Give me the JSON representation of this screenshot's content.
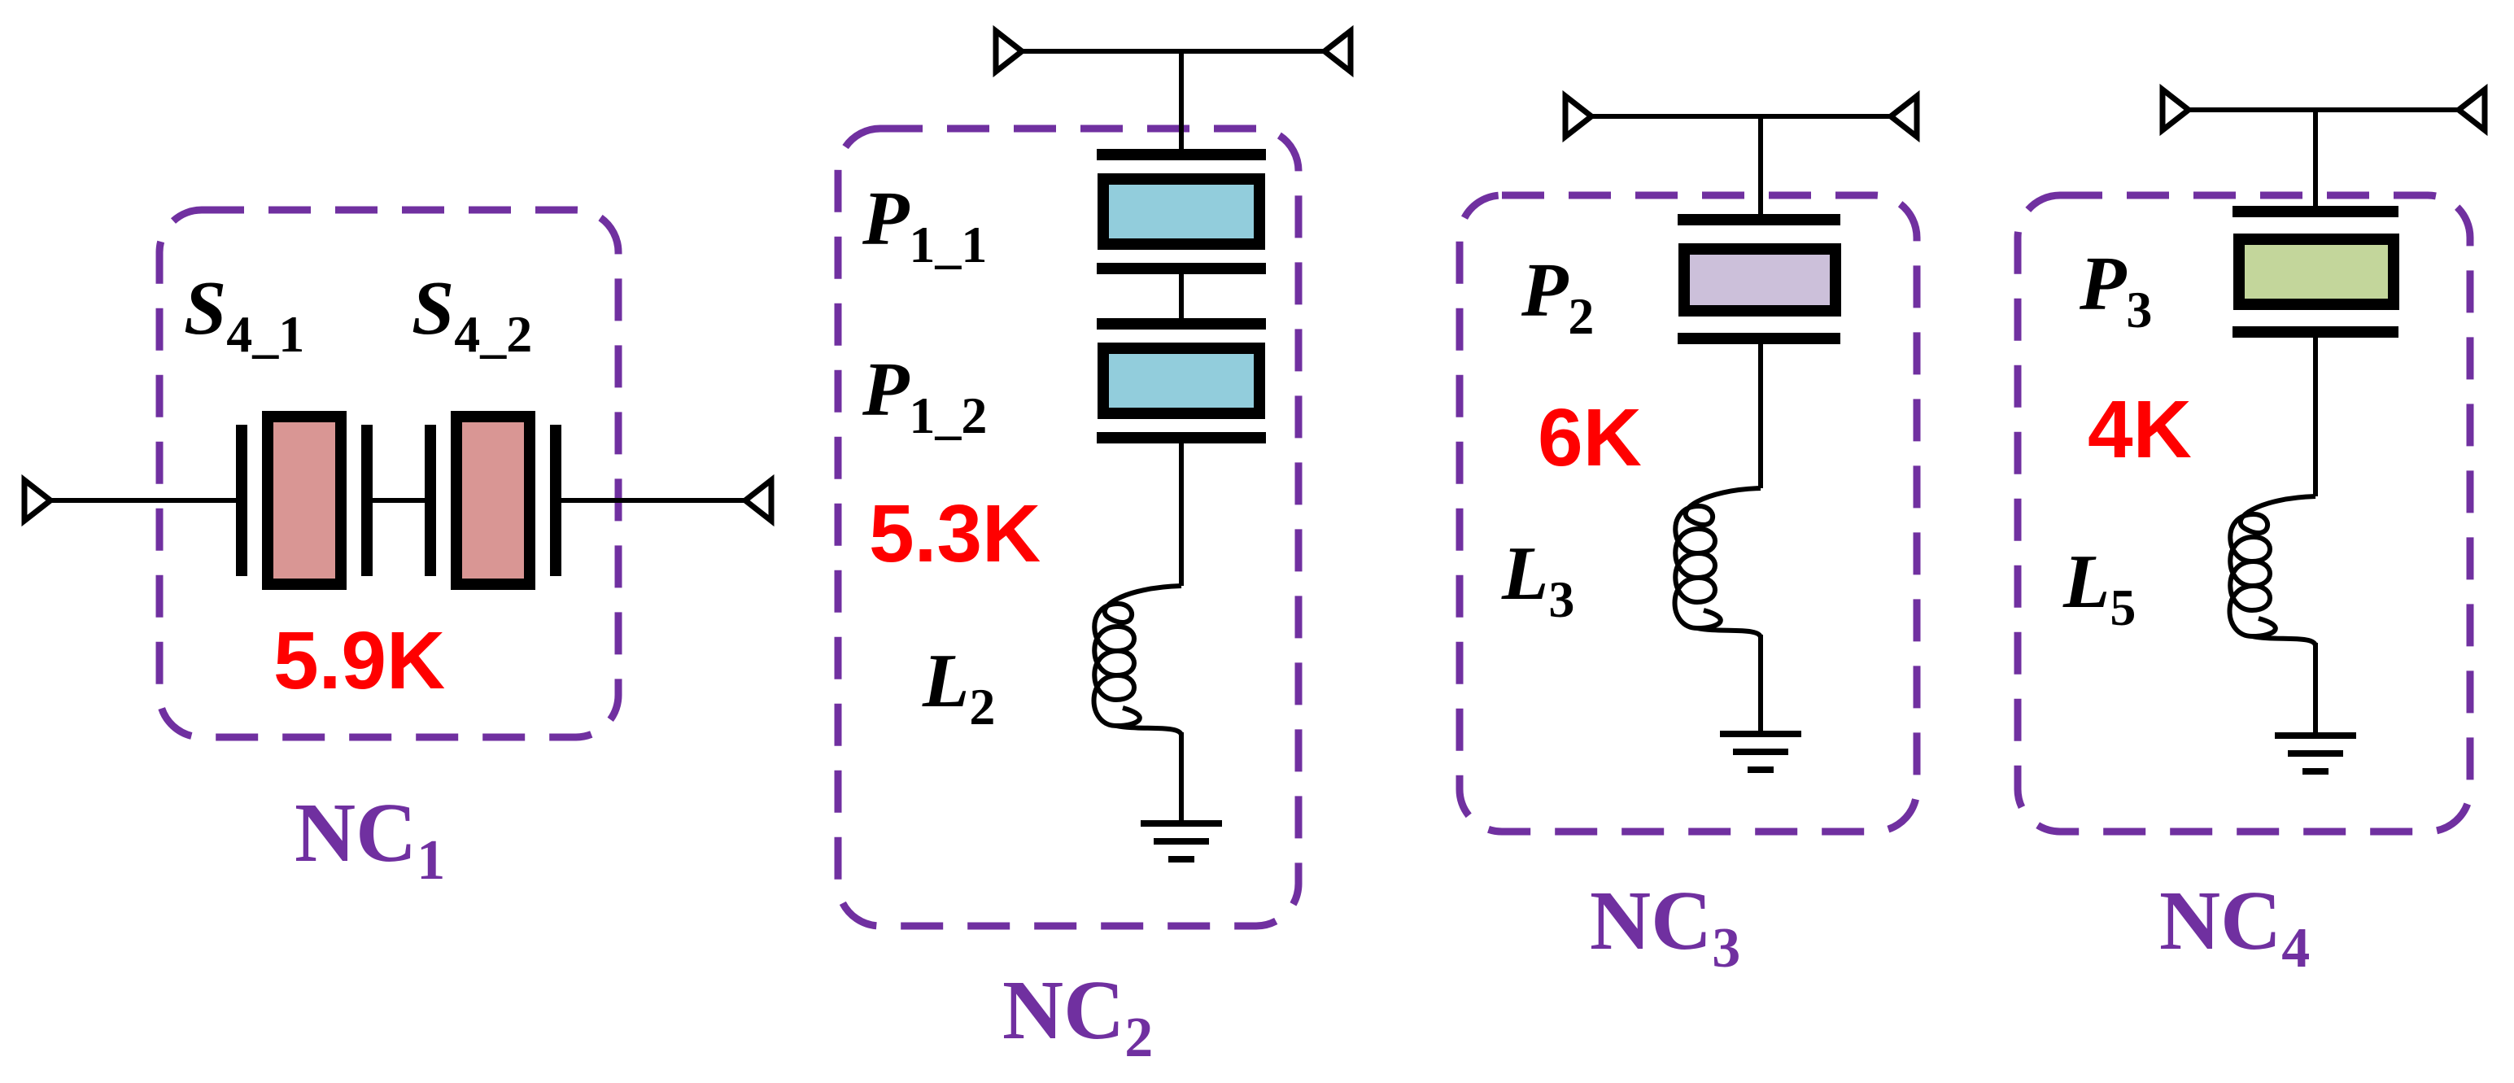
{
  "colors": {
    "frame": "#7030a0",
    "value_text": "#ff0000",
    "resonator_s4": "#d99694",
    "resonator_p1": "#92cddc",
    "resonator_p2": "#ccc0da",
    "resonator_p3": "#c3d69b"
  },
  "icons": [
    "port-triangle-icon",
    "resonator-icon",
    "inductor-icon",
    "ground-icon"
  ],
  "nc1": {
    "res_a_main": "S",
    "res_a_sub": "4_1",
    "res_b_main": "S",
    "res_b_sub": "4_2",
    "value": "5.9K",
    "name_main": "NC",
    "name_sub": "1"
  },
  "nc2": {
    "res_a_main": "P",
    "res_a_sub": "1_1",
    "res_b_main": "P",
    "res_b_sub": "1_2",
    "value": "5.3K",
    "ind_main": "L",
    "ind_sub": "2",
    "name_main": "NC",
    "name_sub": "2"
  },
  "nc3": {
    "res_main": "P",
    "res_sub": "2",
    "value": "6K",
    "ind_main": "L",
    "ind_sub": "3",
    "name_main": "NC",
    "name_sub": "3"
  },
  "nc4": {
    "res_main": "P",
    "res_sub": "3",
    "value": "4K",
    "ind_main": "L",
    "ind_sub": "5",
    "name_main": "NC",
    "name_sub": "4"
  }
}
